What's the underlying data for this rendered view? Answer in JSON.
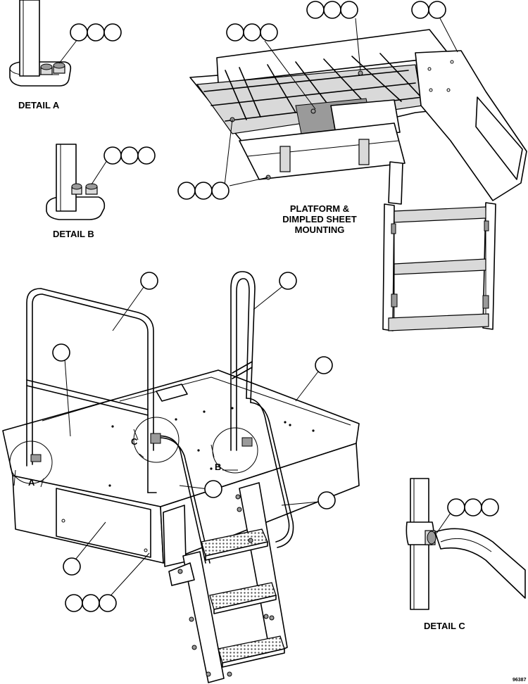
{
  "labels": {
    "detail_a": "DETAIL A",
    "detail_b": "DETAIL B",
    "detail_c": "DETAIL C",
    "platform_line1": "PLATFORM &",
    "platform_line2": "DIMPLED SHEET",
    "platform_line3": "MOUNTING",
    "view_a": "A",
    "view_b": "B",
    "view_c": "C",
    "drawing_number": "96387"
  }
}
